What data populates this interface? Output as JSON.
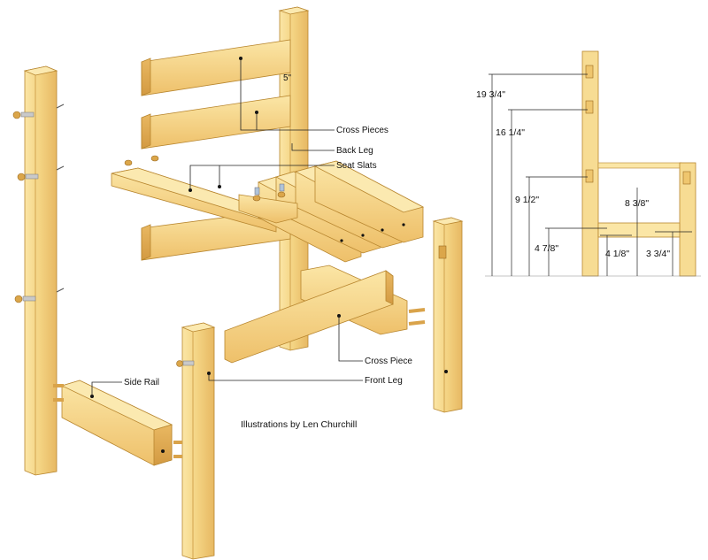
{
  "labels": {
    "cross_pieces": "Cross Pieces",
    "back_leg": "Back Leg",
    "seat_slats": "Seat Slats",
    "cross_piece": "Cross Piece",
    "front_leg": "Front Leg",
    "side_rail": "Side Rail",
    "five_inch": "5\""
  },
  "credit": "Illustrations by Len Churchill",
  "dimensions": {
    "d1": "19 3/4\"",
    "d2": "16 1/4\"",
    "d3": "9 1/2\"",
    "d4": "8 3/8\"",
    "d5": "4 7/8\"",
    "d6": "4 1/8\"",
    "d7": "3 3/4\""
  },
  "colors": {
    "wood_light": "#f7dc93",
    "wood_mid": "#efc66e",
    "wood_dark": "#dba64a",
    "background": "#ffffff"
  }
}
